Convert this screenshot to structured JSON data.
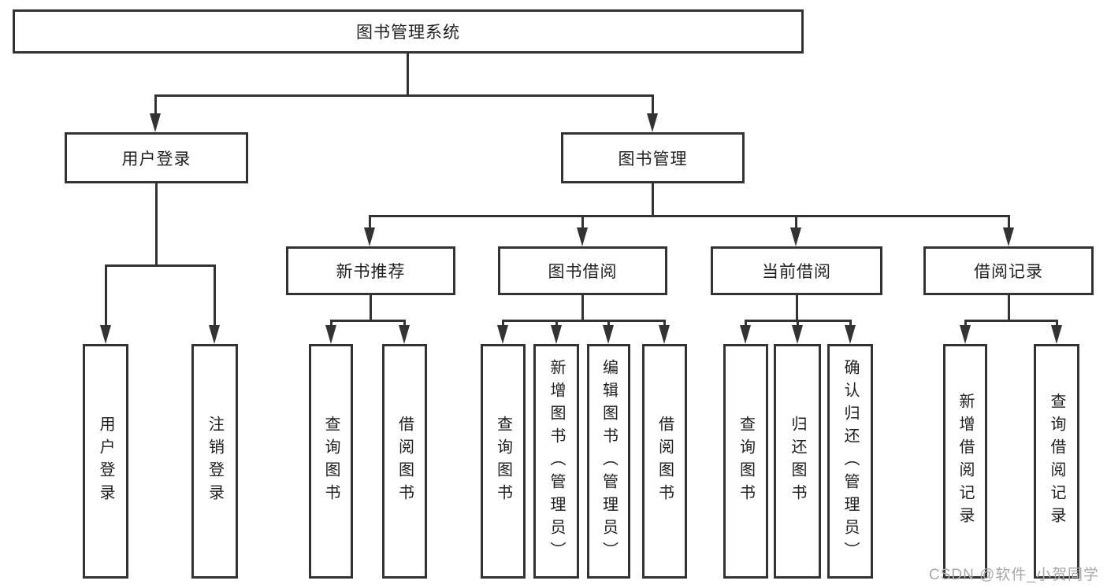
{
  "tree": {
    "root": "图书管理系统",
    "user_login": {
      "label": "用户登录",
      "children": [
        "用户登录",
        "注销登录"
      ]
    },
    "book_mgmt": {
      "label": "图书管理",
      "groups": [
        {
          "label": "新书推荐",
          "children": [
            "查询图书",
            "借阅图书"
          ]
        },
        {
          "label": "图书借阅",
          "children": [
            "查询图书",
            "新增图书（管理员）",
            "编辑图书（管理员）",
            "借阅图书"
          ]
        },
        {
          "label": "当前借阅",
          "children": [
            "查询图书",
            "归还图书",
            "确认归还（管理员）"
          ]
        },
        {
          "label": "借阅记录",
          "children": [
            "新增借阅记录",
            "查询借阅记录"
          ]
        }
      ]
    }
  },
  "watermark": {
    "text": "CSDN @软件_小贺同学"
  },
  "colors": {
    "line": "#333333",
    "text": "#1f1f1f",
    "watermark": "#a8a8a8",
    "background": "#ffffff"
  }
}
